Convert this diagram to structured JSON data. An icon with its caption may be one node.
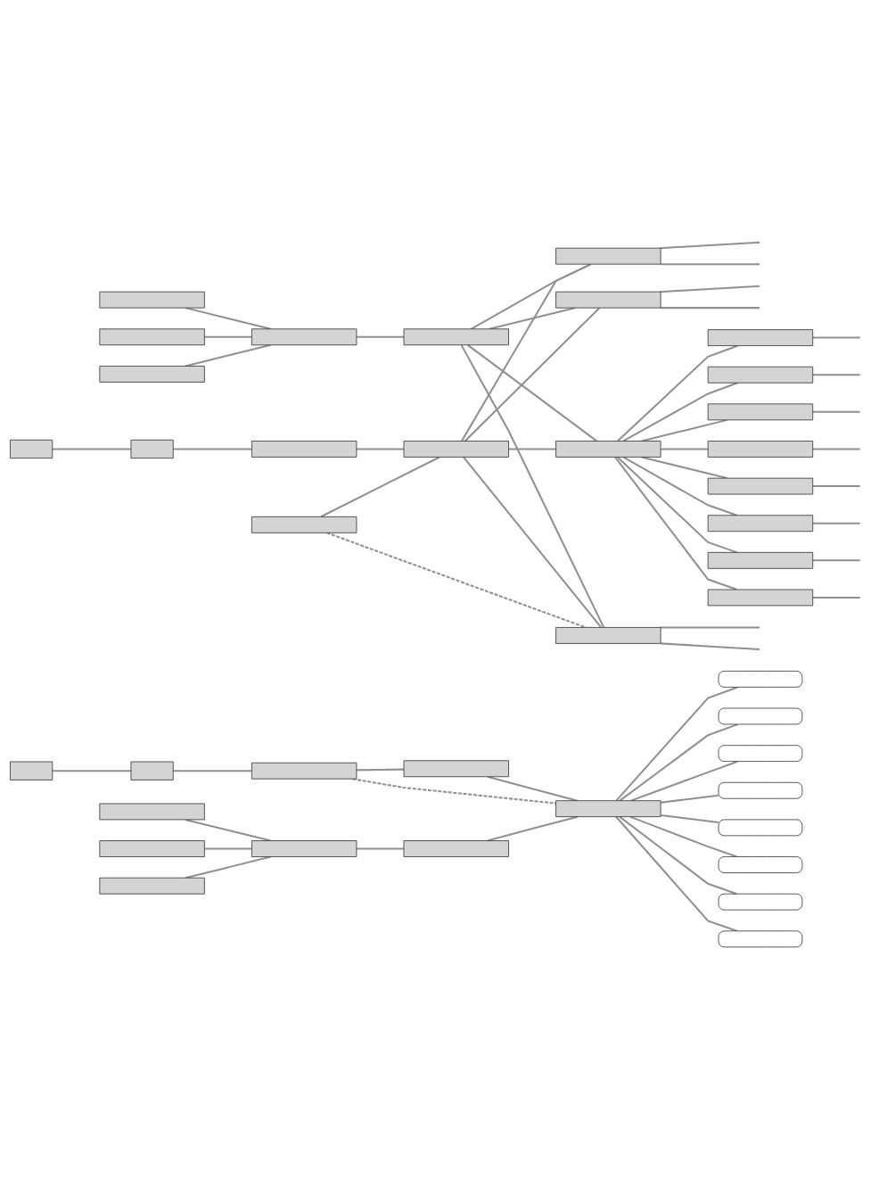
{
  "diagram": {
    "nodes": [
      {
        "text": [],
        "shape": "box"
      },
      {
        "text": [],
        "shape": "box"
      },
      {
        "text": [],
        "shape": "box"
      },
      {
        "text": [],
        "shape": "box"
      },
      {
        "text": [],
        "shape": "box"
      },
      {
        "text": [],
        "shape": "box"
      },
      {
        "text": [],
        "shape": "box"
      },
      {
        "text": [],
        "shape": "box"
      },
      {
        "text": [],
        "shape": "box"
      },
      {
        "text": [],
        "shape": "box"
      },
      {
        "text": [],
        "shape": "box"
      },
      {
        "text": [],
        "shape": "box"
      },
      {
        "text": [],
        "shape": "box"
      },
      {
        "text": [],
        "shape": "box"
      },
      {
        "text": [],
        "shape": "box"
      },
      {
        "text": [],
        "shape": "box"
      },
      {
        "text": [],
        "shape": "box"
      },
      {
        "text": [],
        "shape": "box"
      },
      {
        "text": [],
        "shape": "box"
      },
      {
        "text": [],
        "shape": "box"
      },
      {
        "text": [],
        "shape": "box"
      },
      {
        "text": [],
        "shape": "box"
      },
      {
        "text": [],
        "shape": "box"
      },
      {
        "text": [],
        "shape": "box"
      },
      {
        "text": [],
        "shape": "box"
      },
      {
        "text": [],
        "shape": "box"
      },
      {
        "text": [],
        "shape": "box"
      },
      {
        "text": [],
        "shape": "box"
      },
      {
        "text": [],
        "shape": "box"
      },
      {
        "text": [],
        "shape": "box"
      },
      {
        "text": [],
        "shape": "box"
      },
      {
        "text": [],
        "shape": "box"
      },
      {
        "text": [],
        "shape": "box"
      },
      {
        "text": [],
        "shape": "box"
      },
      {
        "text": [],
        "shape": "box"
      },
      {
        "text": [],
        "shape": "box"
      },
      {
        "text": [],
        "shape": "box"
      },
      {
        "text": [],
        "shape": "box"
      },
      {
        "text": [],
        "shape": "box"
      },
      {
        "text": [],
        "shape": "box"
      }
    ],
    "edges": [
      {
        "from": 0,
        "to": 1,
        "arrow": "none"
      },
      {
        "from": 1,
        "to": 2,
        "arrow": "none"
      },
      {
        "from": 2,
        "to": 3,
        "arrow": "none"
      },
      {
        "from": 2,
        "to": 9,
        "arrow": "none",
        "style": "dashed"
      },
      {
        "from": 4,
        "to": 7,
        "arrow": "none"
      },
      {
        "from": 5,
        "to": 7,
        "arrow": "none"
      },
      {
        "from": 6,
        "to": 7,
        "arrow": "none"
      },
      {
        "from": 7,
        "to": 8,
        "arrow": "none"
      },
      {
        "from": 3,
        "to": 9,
        "arrow": "none"
      },
      {
        "from": 8,
        "to": 9,
        "arrow": "none"
      },
      {
        "from": 9,
        "to": 10,
        "arrow": "none"
      },
      {
        "from": 9,
        "to": 11,
        "arrow": "none"
      },
      {
        "from": 9,
        "to": 12,
        "arrow": "none"
      },
      {
        "from": 9,
        "to": 13,
        "arrow": "none"
      },
      {
        "from": 9,
        "to": 14,
        "arrow": "none"
      },
      {
        "from": 9,
        "to": 15,
        "arrow": "none"
      },
      {
        "from": 9,
        "to": 16,
        "arrow": "none"
      },
      {
        "from": 9,
        "to": 17,
        "arrow": "none"
      },
      {
        "from": 18,
        "to": 19,
        "arrow": "none"
      },
      {
        "from": 19,
        "to": 20,
        "arrow": "none"
      },
      {
        "from": 20,
        "to": 22,
        "arrow": "none"
      },
      {
        "from": 21,
        "to": 22,
        "arrow": "none"
      },
      {
        "from": 21,
        "to": 39,
        "arrow": "none",
        "style": "dashed"
      },
      {
        "from": 23,
        "to": 26,
        "arrow": "none"
      },
      {
        "from": 24,
        "to": 26,
        "arrow": "none"
      },
      {
        "from": 25,
        "to": 26,
        "arrow": "none"
      },
      {
        "from": 26,
        "to": 27,
        "arrow": "none"
      },
      {
        "from": 22,
        "to": 28,
        "arrow": "none"
      },
      {
        "from": 27,
        "to": 28,
        "arrow": "none"
      },
      {
        "from": 22,
        "to": 37,
        "arrow": "none"
      },
      {
        "from": 22,
        "to": 38,
        "arrow": "none"
      },
      {
        "from": 22,
        "to": 39,
        "arrow": "none"
      },
      {
        "from": 27,
        "to": 37,
        "arrow": "none"
      },
      {
        "from": 27,
        "to": 38,
        "arrow": "none"
      },
      {
        "from": 27,
        "to": 39,
        "arrow": "none"
      },
      {
        "from": 28,
        "to": 29,
        "arrow": "none"
      },
      {
        "from": 28,
        "to": 30,
        "arrow": "none"
      },
      {
        "from": 28,
        "to": 31,
        "arrow": "none"
      },
      {
        "from": 28,
        "to": 32,
        "arrow": "none"
      },
      {
        "from": 28,
        "to": 33,
        "arrow": "none"
      },
      {
        "from": 28,
        "to": 34,
        "arrow": "none"
      },
      {
        "from": 28,
        "to": 35,
        "arrow": "none"
      },
      {
        "from": 28,
        "to": 36,
        "arrow": "none"
      },
      {
        "from": 29,
        "to": null,
        "arrow": "none"
      },
      {
        "from": 30,
        "to": null,
        "arrow": "none"
      },
      {
        "from": 31,
        "to": null,
        "arrow": "none"
      },
      {
        "from": 32,
        "to": null,
        "arrow": "none"
      },
      {
        "from": 33,
        "to": null,
        "arrow": "none"
      },
      {
        "from": 34,
        "to": null,
        "arrow": "none"
      },
      {
        "from": 35,
        "to": null,
        "arrow": "none"
      },
      {
        "from": 36,
        "to": null,
        "arrow": "none"
      },
      {
        "from": 37,
        "to": null,
        "arrow": "none"
      },
      {
        "from": 37,
        "to": null,
        "arrow": "none"
      },
      {
        "from": 38,
        "to": null,
        "arrow": "none"
      },
      {
        "from": 38,
        "to": null,
        "arrow": "none"
      },
      {
        "from": 39,
        "to": null,
        "arrow": "none"
      },
      {
        "from": 39,
        "to": null,
        "arrow": "none"
      }
    ]
  }
}
